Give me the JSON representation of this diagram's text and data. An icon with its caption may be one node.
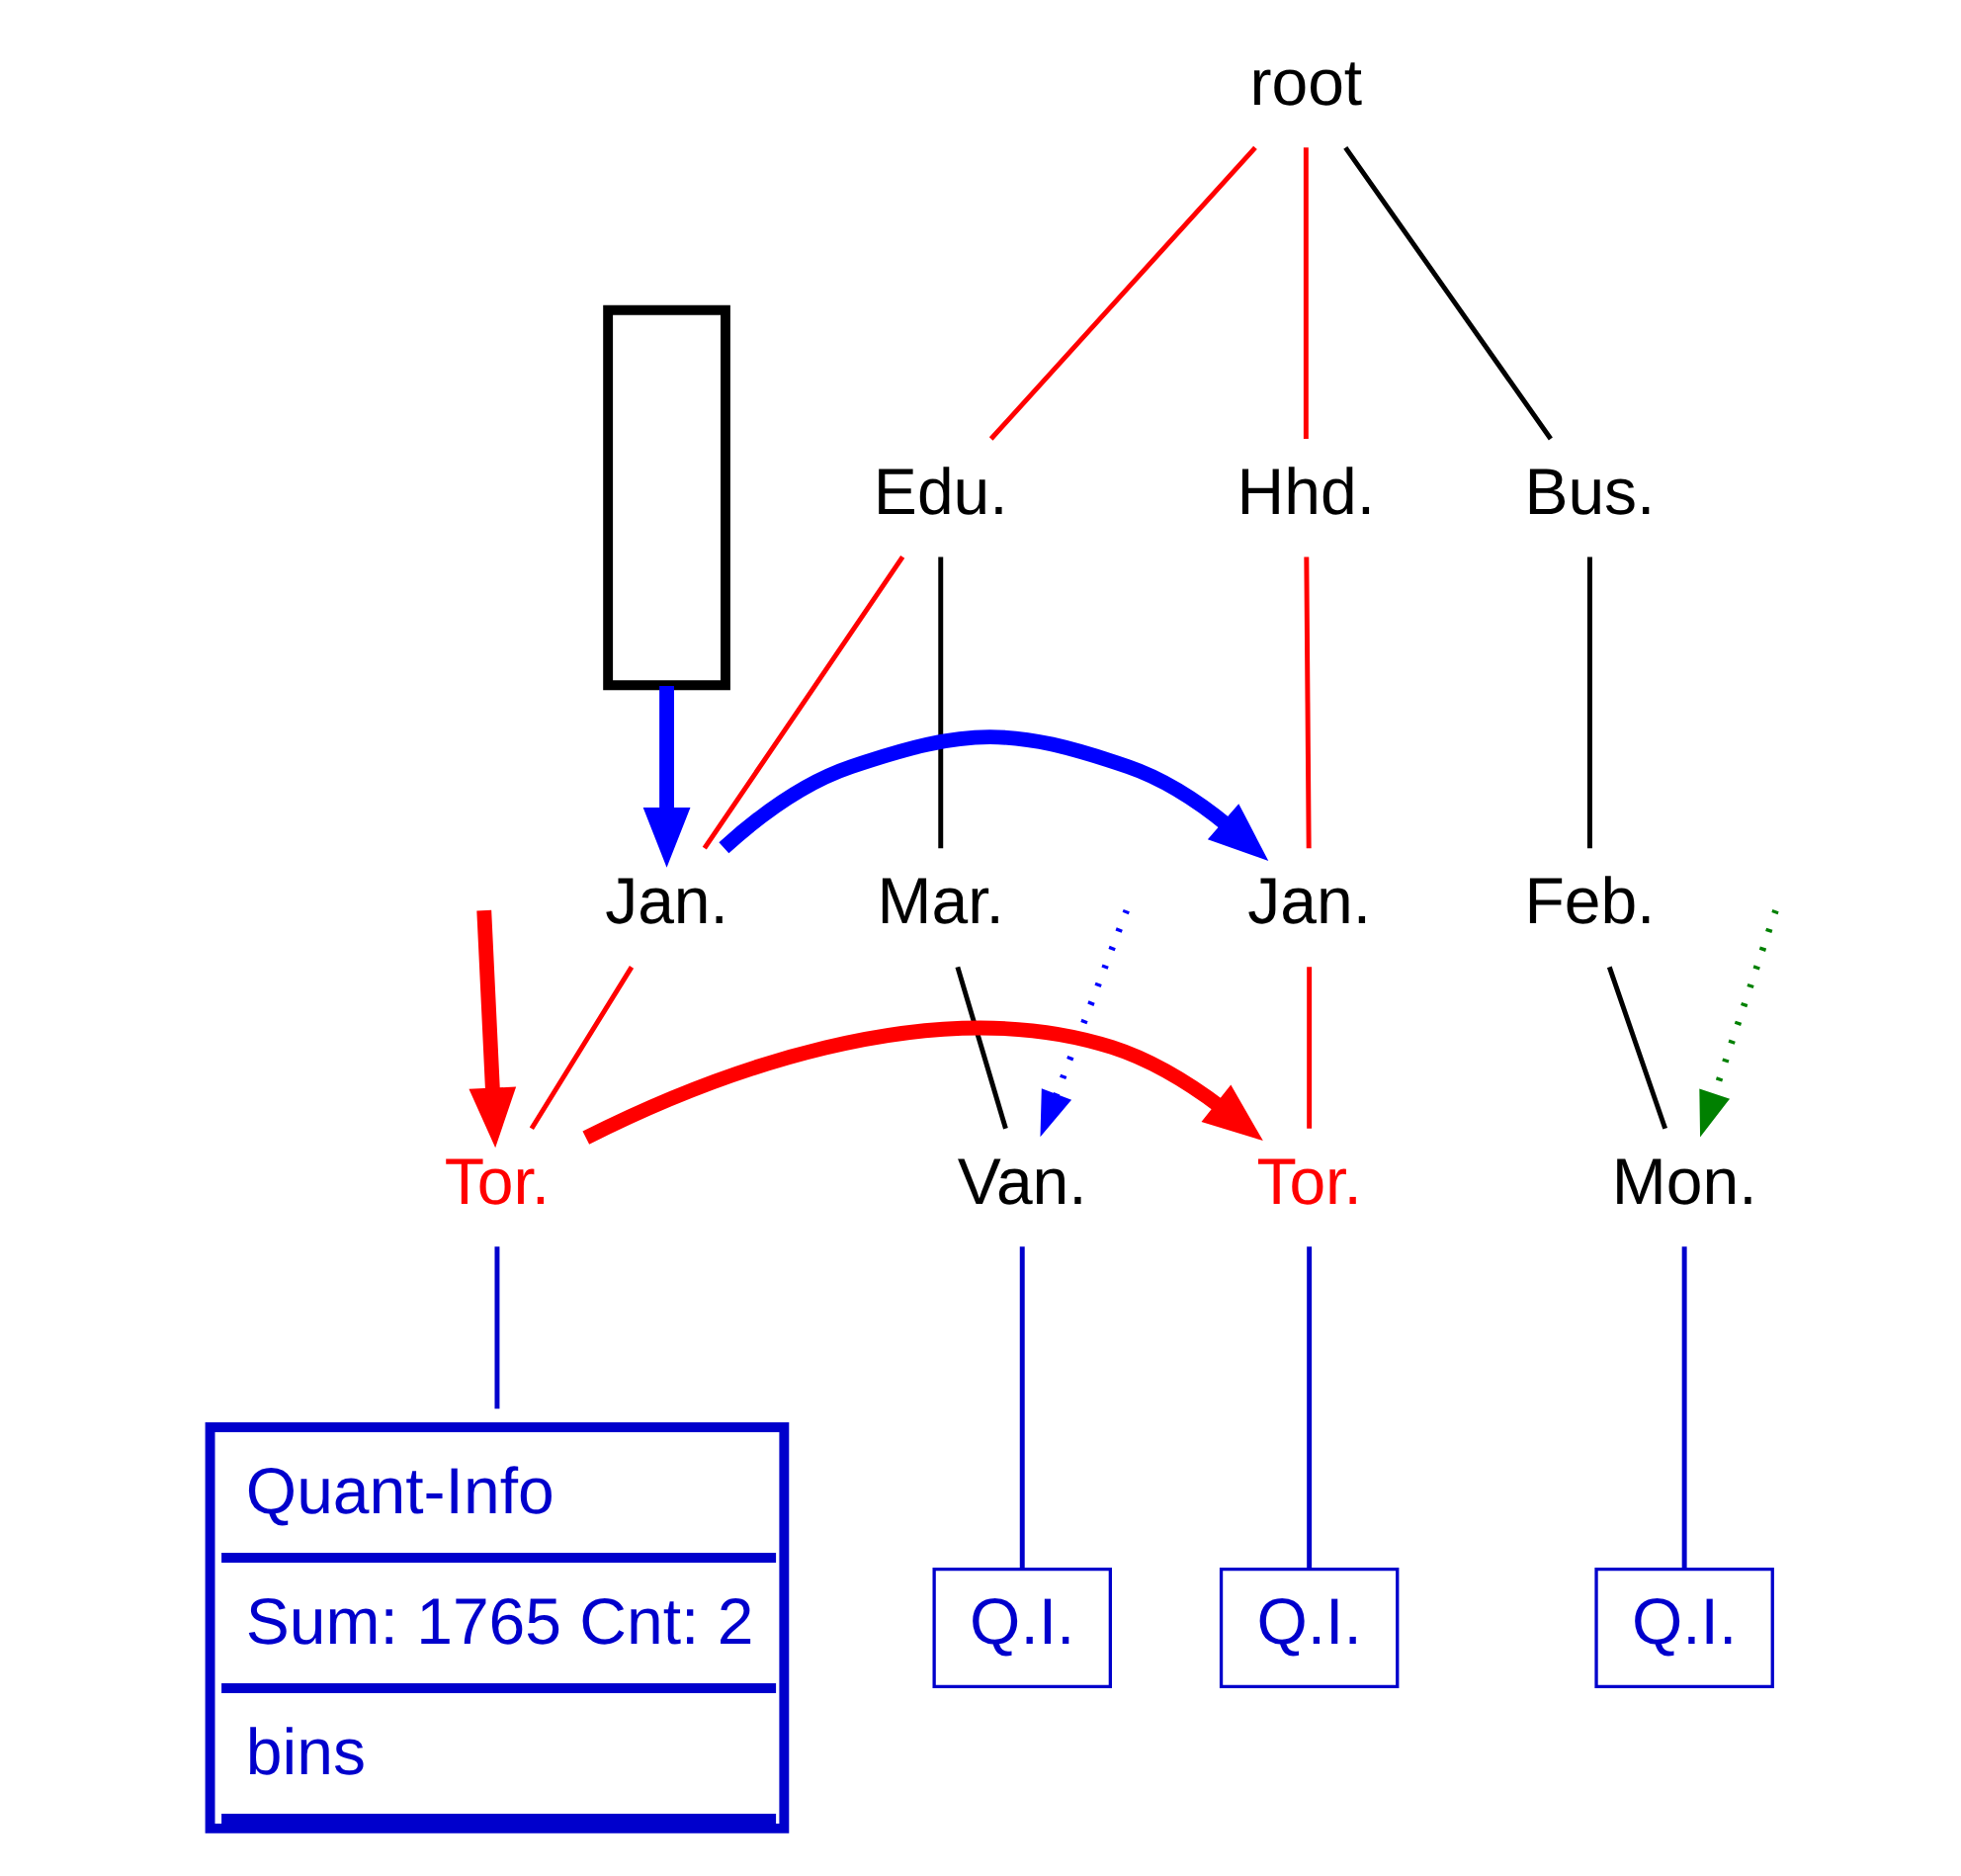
{
  "diagram": {
    "nodes": [
      {
        "text": [
          "root"
        ]
      },
      {
        "text": [
          "Edu."
        ]
      },
      {
        "text": [
          "Hhd."
        ]
      },
      {
        "text": [
          "Bus."
        ]
      },
      {
        "text": [
          "Jan."
        ]
      },
      {
        "text": [
          "Mar."
        ]
      },
      {
        "text": [
          "Jan."
        ]
      },
      {
        "text": [
          "Feb."
        ]
      },
      {
        "text": [
          "Tor."
        ]
      },
      {
        "text": [
          "Van."
        ]
      },
      {
        "text": [
          "Tor."
        ]
      },
      {
        "text": [
          "Mon."
        ]
      },
      {
        "text": [
          "Quant-Info",
          "Sum: 1765 Cnt: 2",
          "bins"
        ]
      },
      {
        "text": [
          "Q.I."
        ]
      },
      {
        "text": [
          "Q.I."
        ]
      },
      {
        "text": [
          "Q.I."
        ]
      },
      {
        "text": [],
        "shape": "box"
      }
    ],
    "edges": [
      {
        "from": 0,
        "to": 1,
        "arrow": "none",
        "color": "#ff0000"
      },
      {
        "from": 0,
        "to": 2,
        "arrow": "none",
        "color": "#ff0000"
      },
      {
        "from": 0,
        "to": 3,
        "arrow": "none",
        "color": "#000000"
      },
      {
        "from": 1,
        "to": 4,
        "arrow": "none",
        "color": "#ff0000"
      },
      {
        "from": 1,
        "to": 5,
        "arrow": "none",
        "color": "#000000"
      },
      {
        "from": 2,
        "to": 6,
        "arrow": "none",
        "color": "#ff0000"
      },
      {
        "from": 3,
        "to": 7,
        "arrow": "none",
        "color": "#000000"
      },
      {
        "from": 4,
        "to": 8,
        "arrow": "none",
        "color": "#ff0000"
      },
      {
        "from": 5,
        "to": 9,
        "arrow": "none",
        "color": "#000000"
      },
      {
        "from": 6,
        "to": 10,
        "arrow": "none",
        "color": "#ff0000"
      },
      {
        "from": 7,
        "to": 11,
        "arrow": "none",
        "color": "#000000"
      },
      {
        "from": 8,
        "to": 12,
        "arrow": "none",
        "color": "#0000cc"
      },
      {
        "from": 9,
        "to": 13,
        "arrow": "none",
        "color": "#0000cc"
      },
      {
        "from": 10,
        "to": 14,
        "arrow": "none",
        "color": "#0000cc"
      },
      {
        "from": 11,
        "to": 15,
        "arrow": "none",
        "color": "#0000cc"
      },
      {
        "from": 16,
        "to": 4,
        "arrow": "to",
        "color": "#0000ff",
        "style": "thick"
      },
      {
        "from": 4,
        "to": 6,
        "arrow": "to",
        "color": "#0000ff",
        "style": "thick"
      },
      {
        "from": null,
        "to": 8,
        "arrow": "to",
        "color": "#ff0000",
        "style": "thick"
      },
      {
        "from": 8,
        "to": 10,
        "arrow": "to",
        "color": "#ff0000",
        "style": "thick"
      },
      {
        "from": null,
        "to": 9,
        "arrow": "to",
        "color": "#0000ff",
        "style": "dashed"
      },
      {
        "from": null,
        "to": 11,
        "arrow": "to",
        "color": "#008000",
        "style": "dashed"
      }
    ]
  }
}
